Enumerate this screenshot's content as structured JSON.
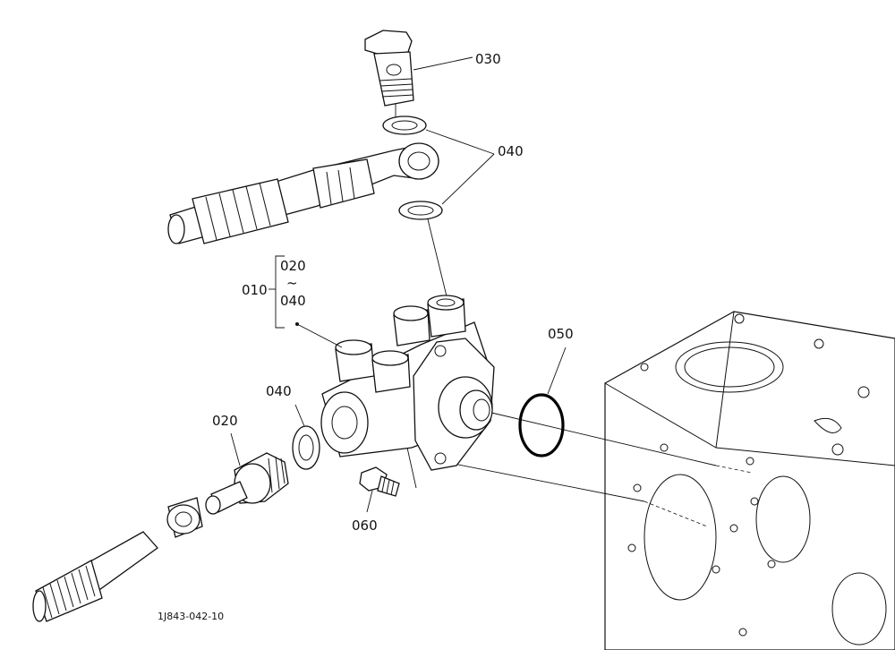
{
  "drawing_id": "1J843-042-10",
  "callouts": {
    "c010": "010",
    "c020_top": "020",
    "tilde": "~",
    "c040_top": "040",
    "c030": "030",
    "c040_right": "040",
    "c050": "050",
    "c040_mid": "040",
    "c020": "020",
    "c060": "060"
  }
}
